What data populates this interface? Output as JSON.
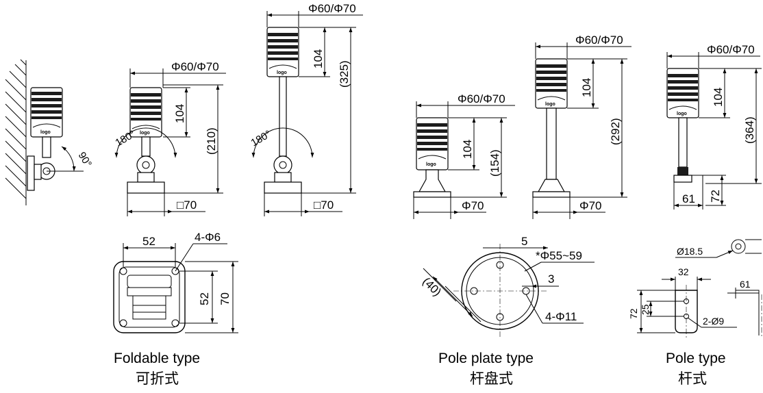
{
  "logo_text": "logo",
  "foldable": {
    "wall_angle": "90°",
    "head_diameter": "Φ60/Φ70",
    "tower_height": "104",
    "overall_height": "(210)",
    "swivel_angle": "180°",
    "base_size": "□70",
    "plate_width": "52",
    "plate_height": "52",
    "plate_outer": "70",
    "plate_holes": "4-Φ6",
    "caption_en": "Foldable type",
    "caption_cn": "可折式"
  },
  "foldable_pole": {
    "head_diameter": "Φ60/Φ70",
    "tower_height": "104",
    "overall_height": "(325)",
    "swivel_angle": "180°",
    "base_size": "□70"
  },
  "pole_plate": {
    "short_head_diameter": "Φ60/Φ70",
    "short_tower_height": "104",
    "short_overall_height": "(154)",
    "short_base": "Φ70",
    "tall_head_diameter": "Φ60/Φ70",
    "tall_tower_height": "104",
    "tall_overall_height": "(292)",
    "tall_base": "Φ70",
    "hole_offset": "5",
    "pcd_range": "*Φ55~59",
    "edge_distance": "3",
    "hole_spec": "4-Φ11",
    "radius_dim": "(40)",
    "caption_en": "Pole plate type",
    "caption_cn": "杆盘式"
  },
  "pole": {
    "head_diameter": "Φ60/Φ70",
    "tower_height": "104",
    "overall_height": "(364)",
    "bracket_height": "72",
    "bracket_width": "61",
    "pole_diameter": "Ø18.5",
    "bracket_slot": "32",
    "bracket_side": "61",
    "bracket_total": "72",
    "bracket_hole_pitch": "25",
    "bracket_holes": "2-Ø9",
    "caption_en": "Pole type",
    "caption_cn": "杆式"
  }
}
